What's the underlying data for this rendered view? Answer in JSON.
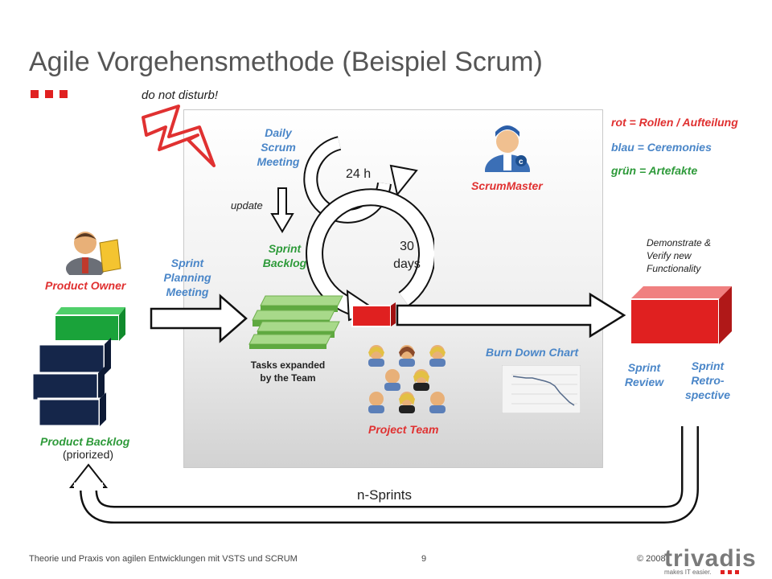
{
  "title": "Agile Vorgehensmethode (Beispiel Scrum)",
  "do_not_disturb": "do not disturb!",
  "legend": {
    "rot": "rot = Rollen / Aufteilung",
    "blau": "blau = Ceremonies",
    "gruen": "grün = Artefakte"
  },
  "daily_scrum": "Daily Scrum Meeting",
  "cycle_24h": "24 h",
  "cycle_30": "30",
  "cycle_days": "days",
  "scrum_master": "ScrumMaster",
  "update": "update",
  "sprint_backlog": "Sprint Backlog",
  "sprint_planning": "Sprint Planning Meeting",
  "product_owner": "Product Owner",
  "tasks": "Tasks expanded by the Team",
  "project_team": "Project Team",
  "burn_down": "Burn Down Chart",
  "demonstrate": "Demonstrate & Verify new Functionality",
  "sprint_review": "Sprint Review",
  "sprint_retro": "Sprint Retro-spective",
  "product_backlog": "Product Backlog",
  "priorized": "(priorized)",
  "n_sprints": "n-Sprints",
  "footer": {
    "left": "Theorie und Praxis von agilen Entwicklungen mit VSTS und SCRUM",
    "page": "9",
    "copyright": "© 2008",
    "logo": "trivadis",
    "tagline": "makes IT easier."
  },
  "colors": {
    "red": "#e03131",
    "blue": "#4a86c8",
    "green": "#2e9a3a",
    "navy": "#15264a"
  }
}
